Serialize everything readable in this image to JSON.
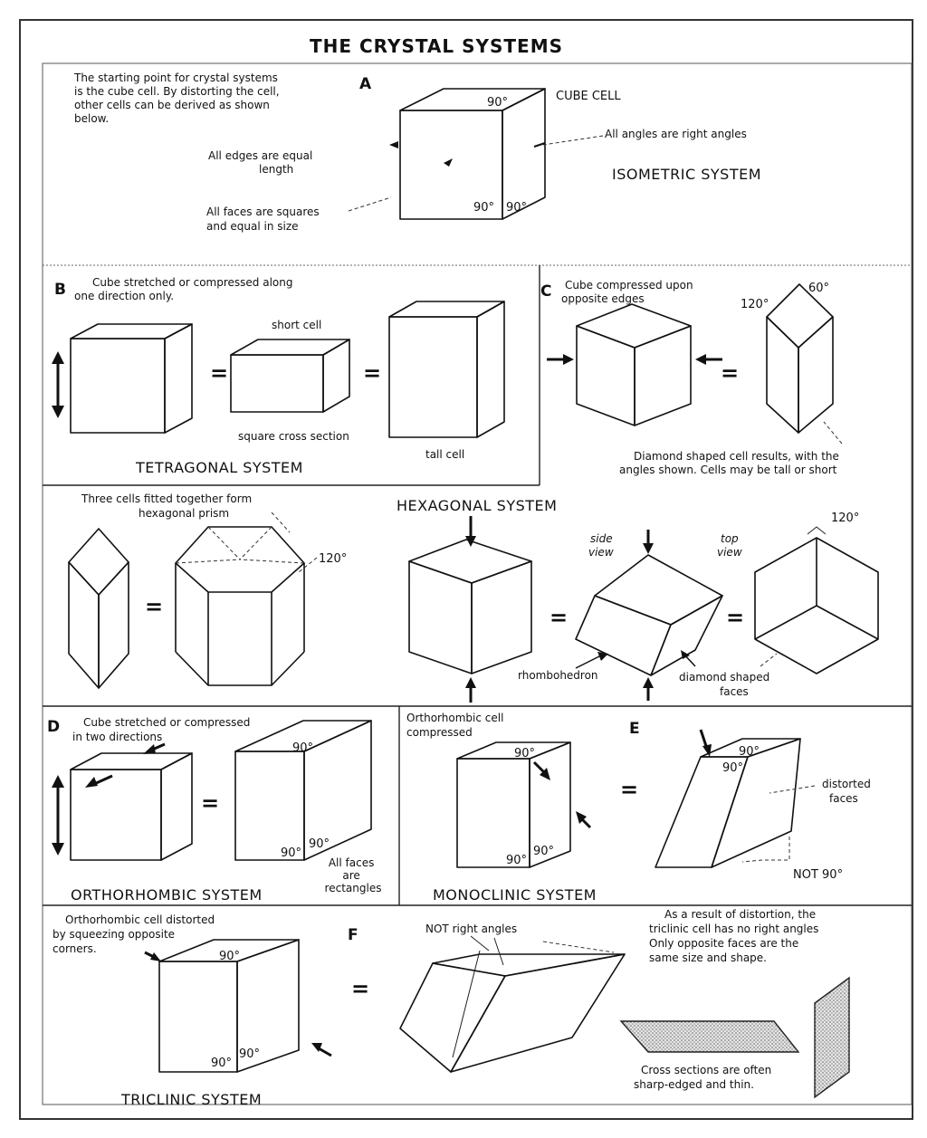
{
  "title": "THE CRYSTAL SYSTEMS",
  "section_a": {
    "letter": "A",
    "intro": [
      "The starting point for crystal systems",
      "is the cube cell. By distorting the cell,",
      "other cells can be derived as shown",
      "below."
    ],
    "cube_cell": "CUBE CELL",
    "angle_top": "90°",
    "angle_bl": "90°",
    "angle_br": "90°",
    "edges_note": [
      "All edges are equal",
      "length"
    ],
    "faces_note": [
      "All faces are squares",
      "and equal in size"
    ],
    "angles_note": "All angles are right angles",
    "system": "ISOMETRIC SYSTEM"
  },
  "section_b": {
    "letter": "B",
    "intro": [
      "Cube stretched or compressed along",
      "one direction only."
    ],
    "short_cell": "short cell",
    "cross_section": "square cross section",
    "tall_cell": "tall cell",
    "equals": "=",
    "system": "TETRAGONAL SYSTEM"
  },
  "section_c": {
    "letter": "C",
    "intro": [
      "Cube compressed upon",
      "opposite edges"
    ],
    "angle_120": "120°",
    "angle_60": "60°",
    "equals": "=",
    "result": [
      "Diamond shaped cell results, with the",
      "angles shown. Cells may be tall or short"
    ]
  },
  "section_hex": {
    "intro": [
      "Three cells fitted together form",
      "hexagonal prism"
    ],
    "angle_120": "120°",
    "system": "HEXAGONAL SYSTEM",
    "side_view": [
      "side",
      "view"
    ],
    "top_view": [
      "top",
      "view"
    ],
    "rhombohedron": "rhombohedron",
    "diamond_faces": [
      "diamond shaped",
      "faces"
    ],
    "top_angle": "120°",
    "equals": "="
  },
  "section_d": {
    "letter": "D",
    "intro": [
      "Cube stretched or compressed",
      "in two directions"
    ],
    "angle_top": "90°",
    "angle_bl": "90°",
    "angle_br": "90°",
    "faces_note": [
      "All faces",
      "are",
      "rectangles"
    ],
    "equals": "=",
    "system": "ORTHORHOMBIC SYSTEM"
  },
  "section_e": {
    "letter": "E",
    "intro": [
      "Orthorhombic cell",
      "compressed"
    ],
    "angle_top": "90°",
    "angle_bl": "90°",
    "angle_br": "90°",
    "angle_top2": "90°",
    "angle_mid2": "90°",
    "distorted": [
      "distorted",
      "faces"
    ],
    "not90": "NOT 90°",
    "equals": "=",
    "system": "MONOCLINIC SYSTEM"
  },
  "section_f": {
    "letter": "F",
    "intro": [
      "Orthorhombic cell distorted",
      "by squeezing opposite",
      "corners."
    ],
    "angle_top": "90°",
    "angle_bl": "90°",
    "angle_br": "90°",
    "not_right": "NOT right angles",
    "result": [
      "As a result of distortion, the",
      "triclinic cell has no right angles",
      "Only opposite faces are the",
      "same size and shape."
    ],
    "cross": [
      "Cross sections are often",
      "sharp-edged and thin."
    ],
    "equals": "=",
    "system": "TRICLINIC SYSTEM"
  }
}
